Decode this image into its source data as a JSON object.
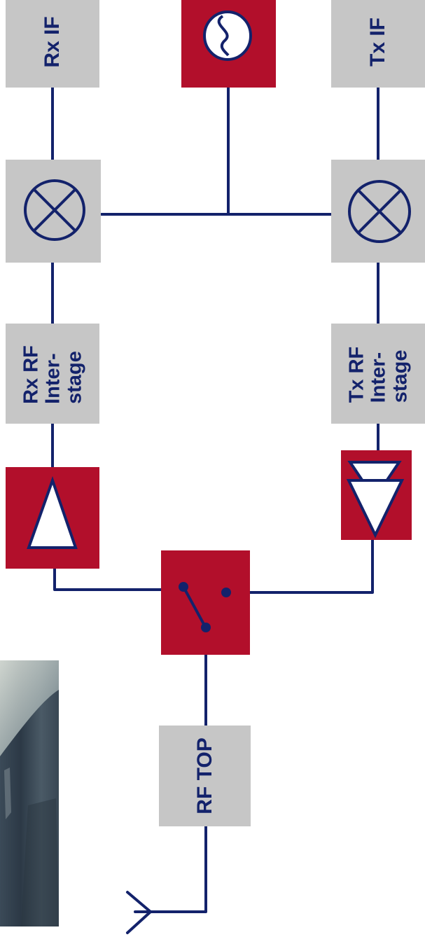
{
  "colors": {
    "line": "#13226b",
    "gray_block": "#c6c6c6",
    "red_block": "#b20f2b",
    "symbol_fill": "#ffffff"
  },
  "blocks": {
    "rx_if": {
      "label": "Rx IF"
    },
    "local_oscillator": {
      "icon": "sine-wave-oscillator-icon"
    },
    "tx_if": {
      "label": "Tx IF"
    },
    "rx_mixer": {
      "icon": "mixer-cross-circle-icon"
    },
    "tx_mixer": {
      "icon": "mixer-cross-circle-icon"
    },
    "rx_rf_interstage": {
      "lines": [
        "Rx RF",
        "Inter-",
        "stage"
      ]
    },
    "tx_rf_interstage": {
      "lines": [
        "Tx RF",
        "Inter-",
        "stage"
      ]
    },
    "rx_amplifier": {
      "icon": "amplifier-triangle-icon"
    },
    "tx_amplifier": {
      "icon": "power-amplifier-double-triangle-icon"
    },
    "rf_switch": {
      "icon": "spdt-switch-icon"
    },
    "rf_top": {
      "label": "RF TOP"
    },
    "antenna": {
      "icon": "antenna-icon"
    }
  },
  "photo": {
    "icon": "photo-fragment"
  }
}
